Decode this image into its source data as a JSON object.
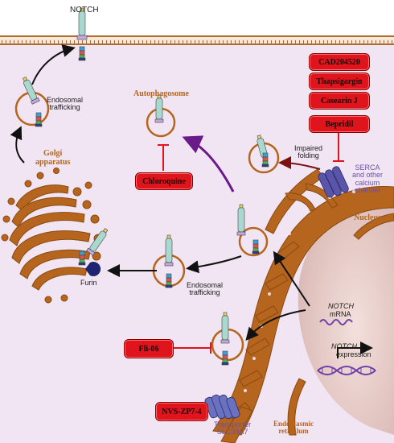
{
  "labels": {
    "notch_top": "NOTCH",
    "endosomal_trafficking_top": "Endosomal\ntrafficking",
    "autophagosome": "Autophagosome",
    "golgi": "Golgi\napparatus",
    "furin": "Furin",
    "endosomal_trafficking_mid": "Endosomal\ntrafficking",
    "impaired_folding": "Impaired\nfolding",
    "serca": "SERCA\nand other\ncalcium\nchannel",
    "nucleus": "Nucleus",
    "notch_mrna_italic": "NOTCH",
    "notch_mrna": "mRNA",
    "notch_expression_italic": "NOTCH",
    "notch_expression": "expression",
    "transporter": "Transporter\nSLC39A7",
    "er": "Endoplasmic\nreticulum"
  },
  "drugs": {
    "cad": "CAD204520",
    "thapsigargin": "Thapsigargin",
    "casearin": "Casearin J",
    "bepridil": "Bepridil",
    "chloroquine": "Chloroquine",
    "fli06": "Fli-06",
    "nvs": "NVS-ZP7-4"
  },
  "colors": {
    "cytoplasm": "#f1e5f3",
    "membrane": "#b06a2c",
    "organelle": "#b5651d",
    "nucleus": "#ead2cf",
    "drug_red": "#e0141c",
    "arrow_purple": "#6b1a8a",
    "arrow_maroon": "#7a1010",
    "serca_purple": "#5a55a8"
  }
}
